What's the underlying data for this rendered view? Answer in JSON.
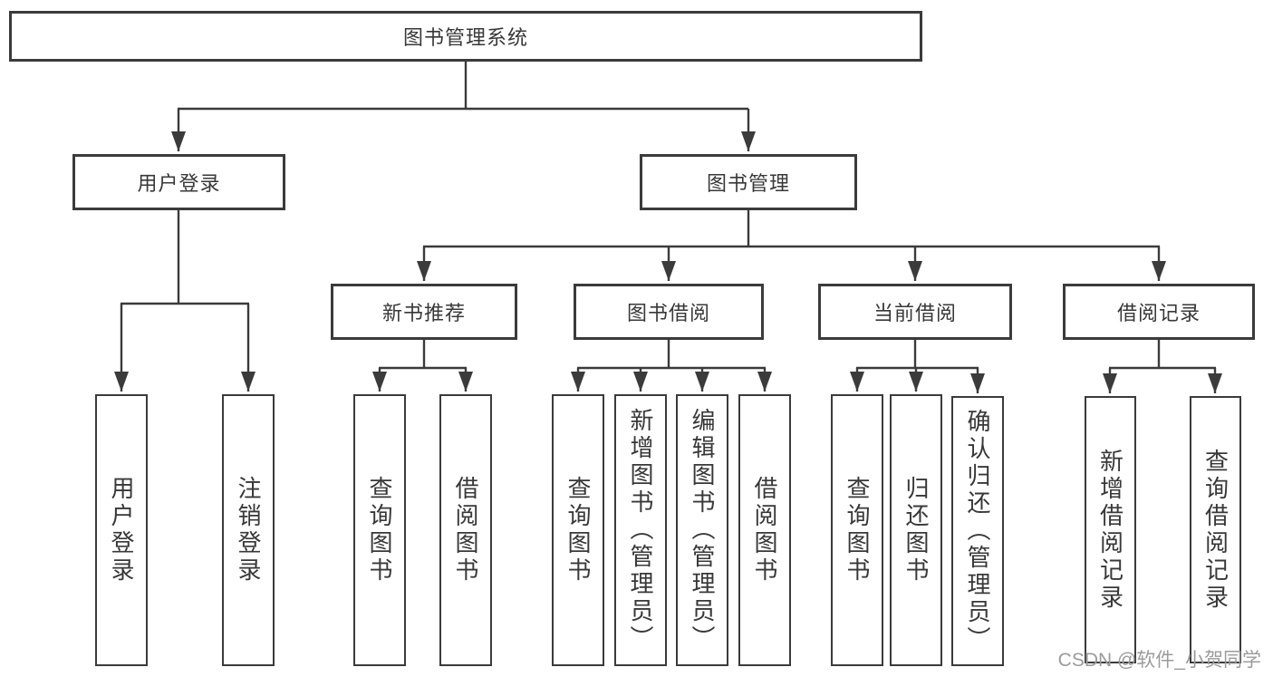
{
  "diagram": {
    "type": "hierarchy",
    "root": {
      "label": "图书管理系统",
      "children": [
        {
          "label": "用户登录",
          "children": [
            {
              "label": "用户登录"
            },
            {
              "label": "注销登录"
            }
          ]
        },
        {
          "label": "图书管理",
          "children": [
            {
              "label": "新书推荐",
              "children": [
                {
                  "label": "查询图书"
                },
                {
                  "label": "借阅图书"
                }
              ]
            },
            {
              "label": "图书借阅",
              "children": [
                {
                  "label": "查询图书"
                },
                {
                  "label": "新增图书（管理员）"
                },
                {
                  "label": "编辑图书（管理员）"
                },
                {
                  "label": "借阅图书"
                }
              ]
            },
            {
              "label": "当前借阅",
              "children": [
                {
                  "label": "查询图书"
                },
                {
                  "label": "归还图书"
                },
                {
                  "label": "确认归还（管理员）"
                }
              ]
            },
            {
              "label": "借阅记录",
              "children": [
                {
                  "label": "新增借阅记录"
                },
                {
                  "label": "查询借阅记录"
                }
              ]
            }
          ]
        }
      ]
    }
  },
  "watermark": {
    "text": "CSDN @软件_小贺同学"
  },
  "colors": {
    "line": "#3b3b3b",
    "text": "#383838",
    "watermark": "#9b9b9b",
    "bg": "#ffffff"
  }
}
